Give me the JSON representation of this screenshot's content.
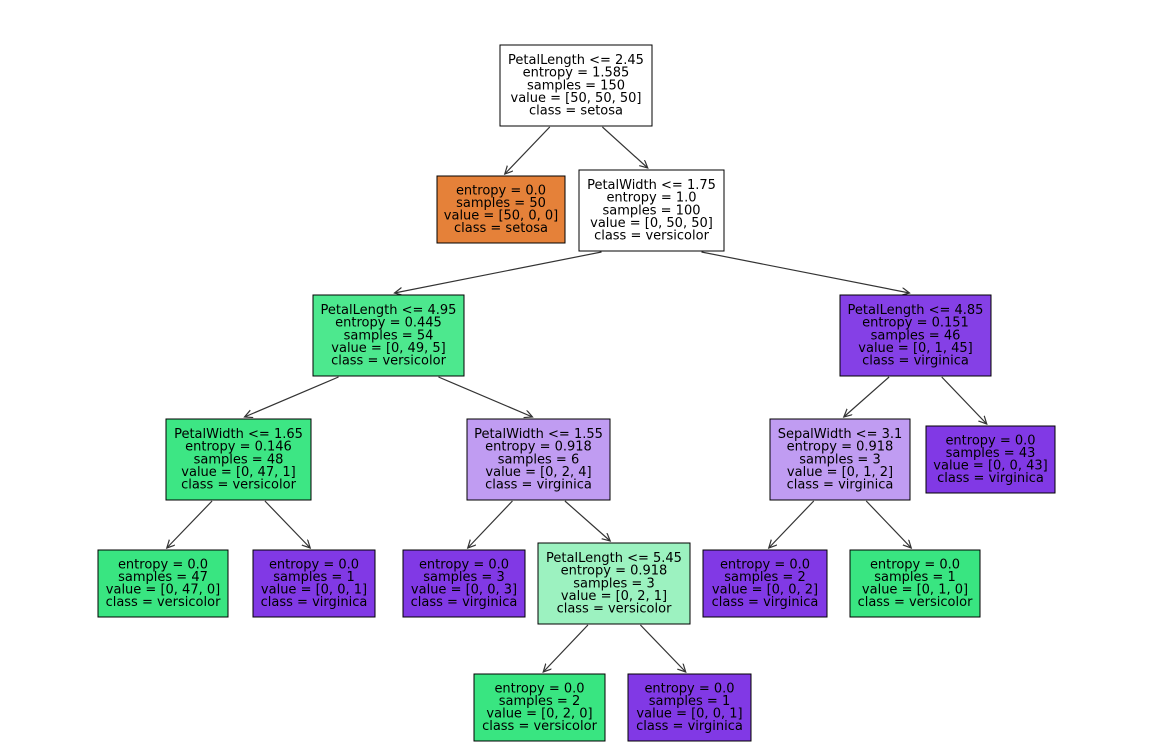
{
  "palette": {
    "white": "#ffffff",
    "setosa_orange": "#e58139",
    "versicolor_green": "#39e581",
    "versicolor_light_green": "#9cf2c0",
    "virginica_purple": "#8139e5",
    "virginica_light_purple": "#c09cf2",
    "edge_color": "#333333"
  },
  "tree": {
    "nodes": [
      {
        "id": "n0",
        "fill": "#ffffff",
        "lines": [
          "PetalLength <= 2.45",
          "entropy = 1.585",
          "samples = 150",
          "value = [50, 50, 50]",
          "class = setosa"
        ]
      },
      {
        "id": "n1",
        "fill": "#e58139",
        "lines": [
          "entropy = 0.0",
          "samples = 50",
          "value = [50, 0, 0]",
          "class = setosa"
        ]
      },
      {
        "id": "n2",
        "fill": "#ffffff",
        "lines": [
          "PetalWidth <= 1.75",
          "entropy = 1.0",
          "samples = 100",
          "value = [0, 50, 50]",
          "class = versicolor"
        ]
      },
      {
        "id": "n3",
        "fill": "#4de88e",
        "lines": [
          "PetalLength <= 4.95",
          "entropy = 0.445",
          "samples = 54",
          "value = [0, 49, 5]",
          "class = versicolor"
        ]
      },
      {
        "id": "n4",
        "fill": "#8540e6",
        "lines": [
          "PetalLength <= 4.85",
          "entropy = 0.151",
          "samples = 46",
          "value = [0, 1, 45]",
          "class = virginica"
        ]
      },
      {
        "id": "n5",
        "fill": "#3de684",
        "lines": [
          "PetalWidth <= 1.65",
          "entropy = 0.146",
          "samples = 48",
          "value = [0, 47, 1]",
          "class = versicolor"
        ]
      },
      {
        "id": "n6",
        "fill": "#c09cf2",
        "lines": [
          "PetalWidth <= 1.55",
          "entropy = 0.918",
          "samples = 6",
          "value = [0, 2, 4]",
          "class = virginica"
        ]
      },
      {
        "id": "n7",
        "fill": "#c09cf2",
        "lines": [
          "SepalWidth <= 3.1",
          "entropy = 0.918",
          "samples = 3",
          "value = [0, 1, 2]",
          "class = virginica"
        ]
      },
      {
        "id": "n8",
        "fill": "#8139e5",
        "lines": [
          "entropy = 0.0",
          "samples = 43",
          "value = [0, 0, 43]",
          "class = virginica"
        ]
      },
      {
        "id": "n9",
        "fill": "#39e581",
        "lines": [
          "entropy = 0.0",
          "samples = 47",
          "value = [0, 47, 0]",
          "class = versicolor"
        ]
      },
      {
        "id": "n10",
        "fill": "#8139e5",
        "lines": [
          "entropy = 0.0",
          "samples = 1",
          "value = [0, 0, 1]",
          "class = virginica"
        ]
      },
      {
        "id": "n11",
        "fill": "#8139e5",
        "lines": [
          "entropy = 0.0",
          "samples = 3",
          "value = [0, 0, 3]",
          "class = virginica"
        ]
      },
      {
        "id": "n12",
        "fill": "#9cf2c0",
        "lines": [
          "PetalLength <= 5.45",
          "entropy = 0.918",
          "samples = 3",
          "value = [0, 2, 1]",
          "class = versicolor"
        ]
      },
      {
        "id": "n13",
        "fill": "#8139e5",
        "lines": [
          "entropy = 0.0",
          "samples = 2",
          "value = [0, 0, 2]",
          "class = virginica"
        ]
      },
      {
        "id": "n14",
        "fill": "#39e581",
        "lines": [
          "entropy = 0.0",
          "samples = 1",
          "value = [0, 1, 0]",
          "class = versicolor"
        ]
      },
      {
        "id": "n15",
        "fill": "#39e581",
        "lines": [
          "entropy = 0.0",
          "samples = 2",
          "value = [0, 2, 0]",
          "class = versicolor"
        ]
      },
      {
        "id": "n16",
        "fill": "#8139e5",
        "lines": [
          "entropy = 0.0",
          "samples = 1",
          "value = [0, 0, 1]",
          "class = virginica"
        ]
      }
    ],
    "edges": [
      {
        "from": "n0",
        "to": "n1"
      },
      {
        "from": "n0",
        "to": "n2"
      },
      {
        "from": "n2",
        "to": "n3"
      },
      {
        "from": "n2",
        "to": "n4"
      },
      {
        "from": "n3",
        "to": "n5"
      },
      {
        "from": "n3",
        "to": "n6"
      },
      {
        "from": "n4",
        "to": "n7"
      },
      {
        "from": "n4",
        "to": "n8"
      },
      {
        "from": "n5",
        "to": "n9"
      },
      {
        "from": "n5",
        "to": "n10"
      },
      {
        "from": "n6",
        "to": "n11"
      },
      {
        "from": "n6",
        "to": "n12"
      },
      {
        "from": "n7",
        "to": "n13"
      },
      {
        "from": "n7",
        "to": "n14"
      },
      {
        "from": "n12",
        "to": "n15"
      },
      {
        "from": "n12",
        "to": "n16"
      }
    ]
  }
}
